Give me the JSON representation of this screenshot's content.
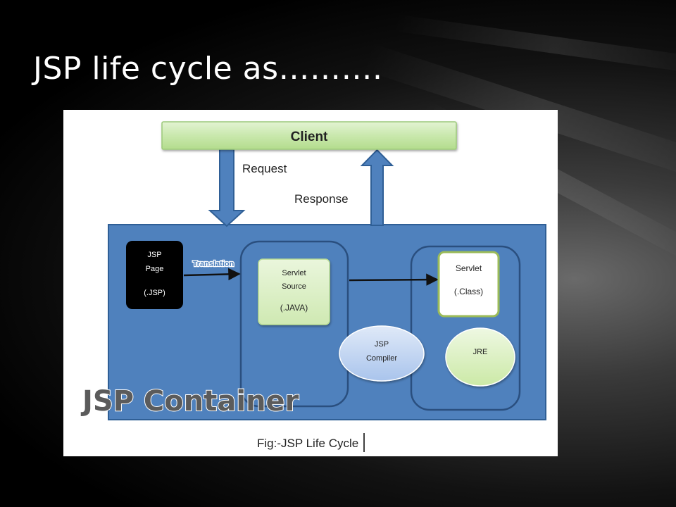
{
  "slide": {
    "title": "JSP life cycle as………."
  },
  "diagram": {
    "client": "Client",
    "request": "Request",
    "response": "Response",
    "translation": "Translation",
    "jsp_page": [
      "JSP",
      "Page",
      "(.JSP)"
    ],
    "servlet_source": [
      "Servlet",
      "Source",
      "(.JAVA)"
    ],
    "servlet_class": [
      "Servlet",
      "(.Class)"
    ],
    "jsp_compiler": [
      "JSP",
      "Compiler"
    ],
    "jre": "JRE",
    "container": "JSP Container",
    "caption": "Fig:-JSP Life Cycle"
  },
  "colors": {
    "container_fill": "#4f81bd",
    "client_fill": "#c5e6a8",
    "bubble_fill": "#c4d8f4",
    "jre_fill": "#d7f0b6",
    "arrow_blue": "#4f81bd"
  }
}
